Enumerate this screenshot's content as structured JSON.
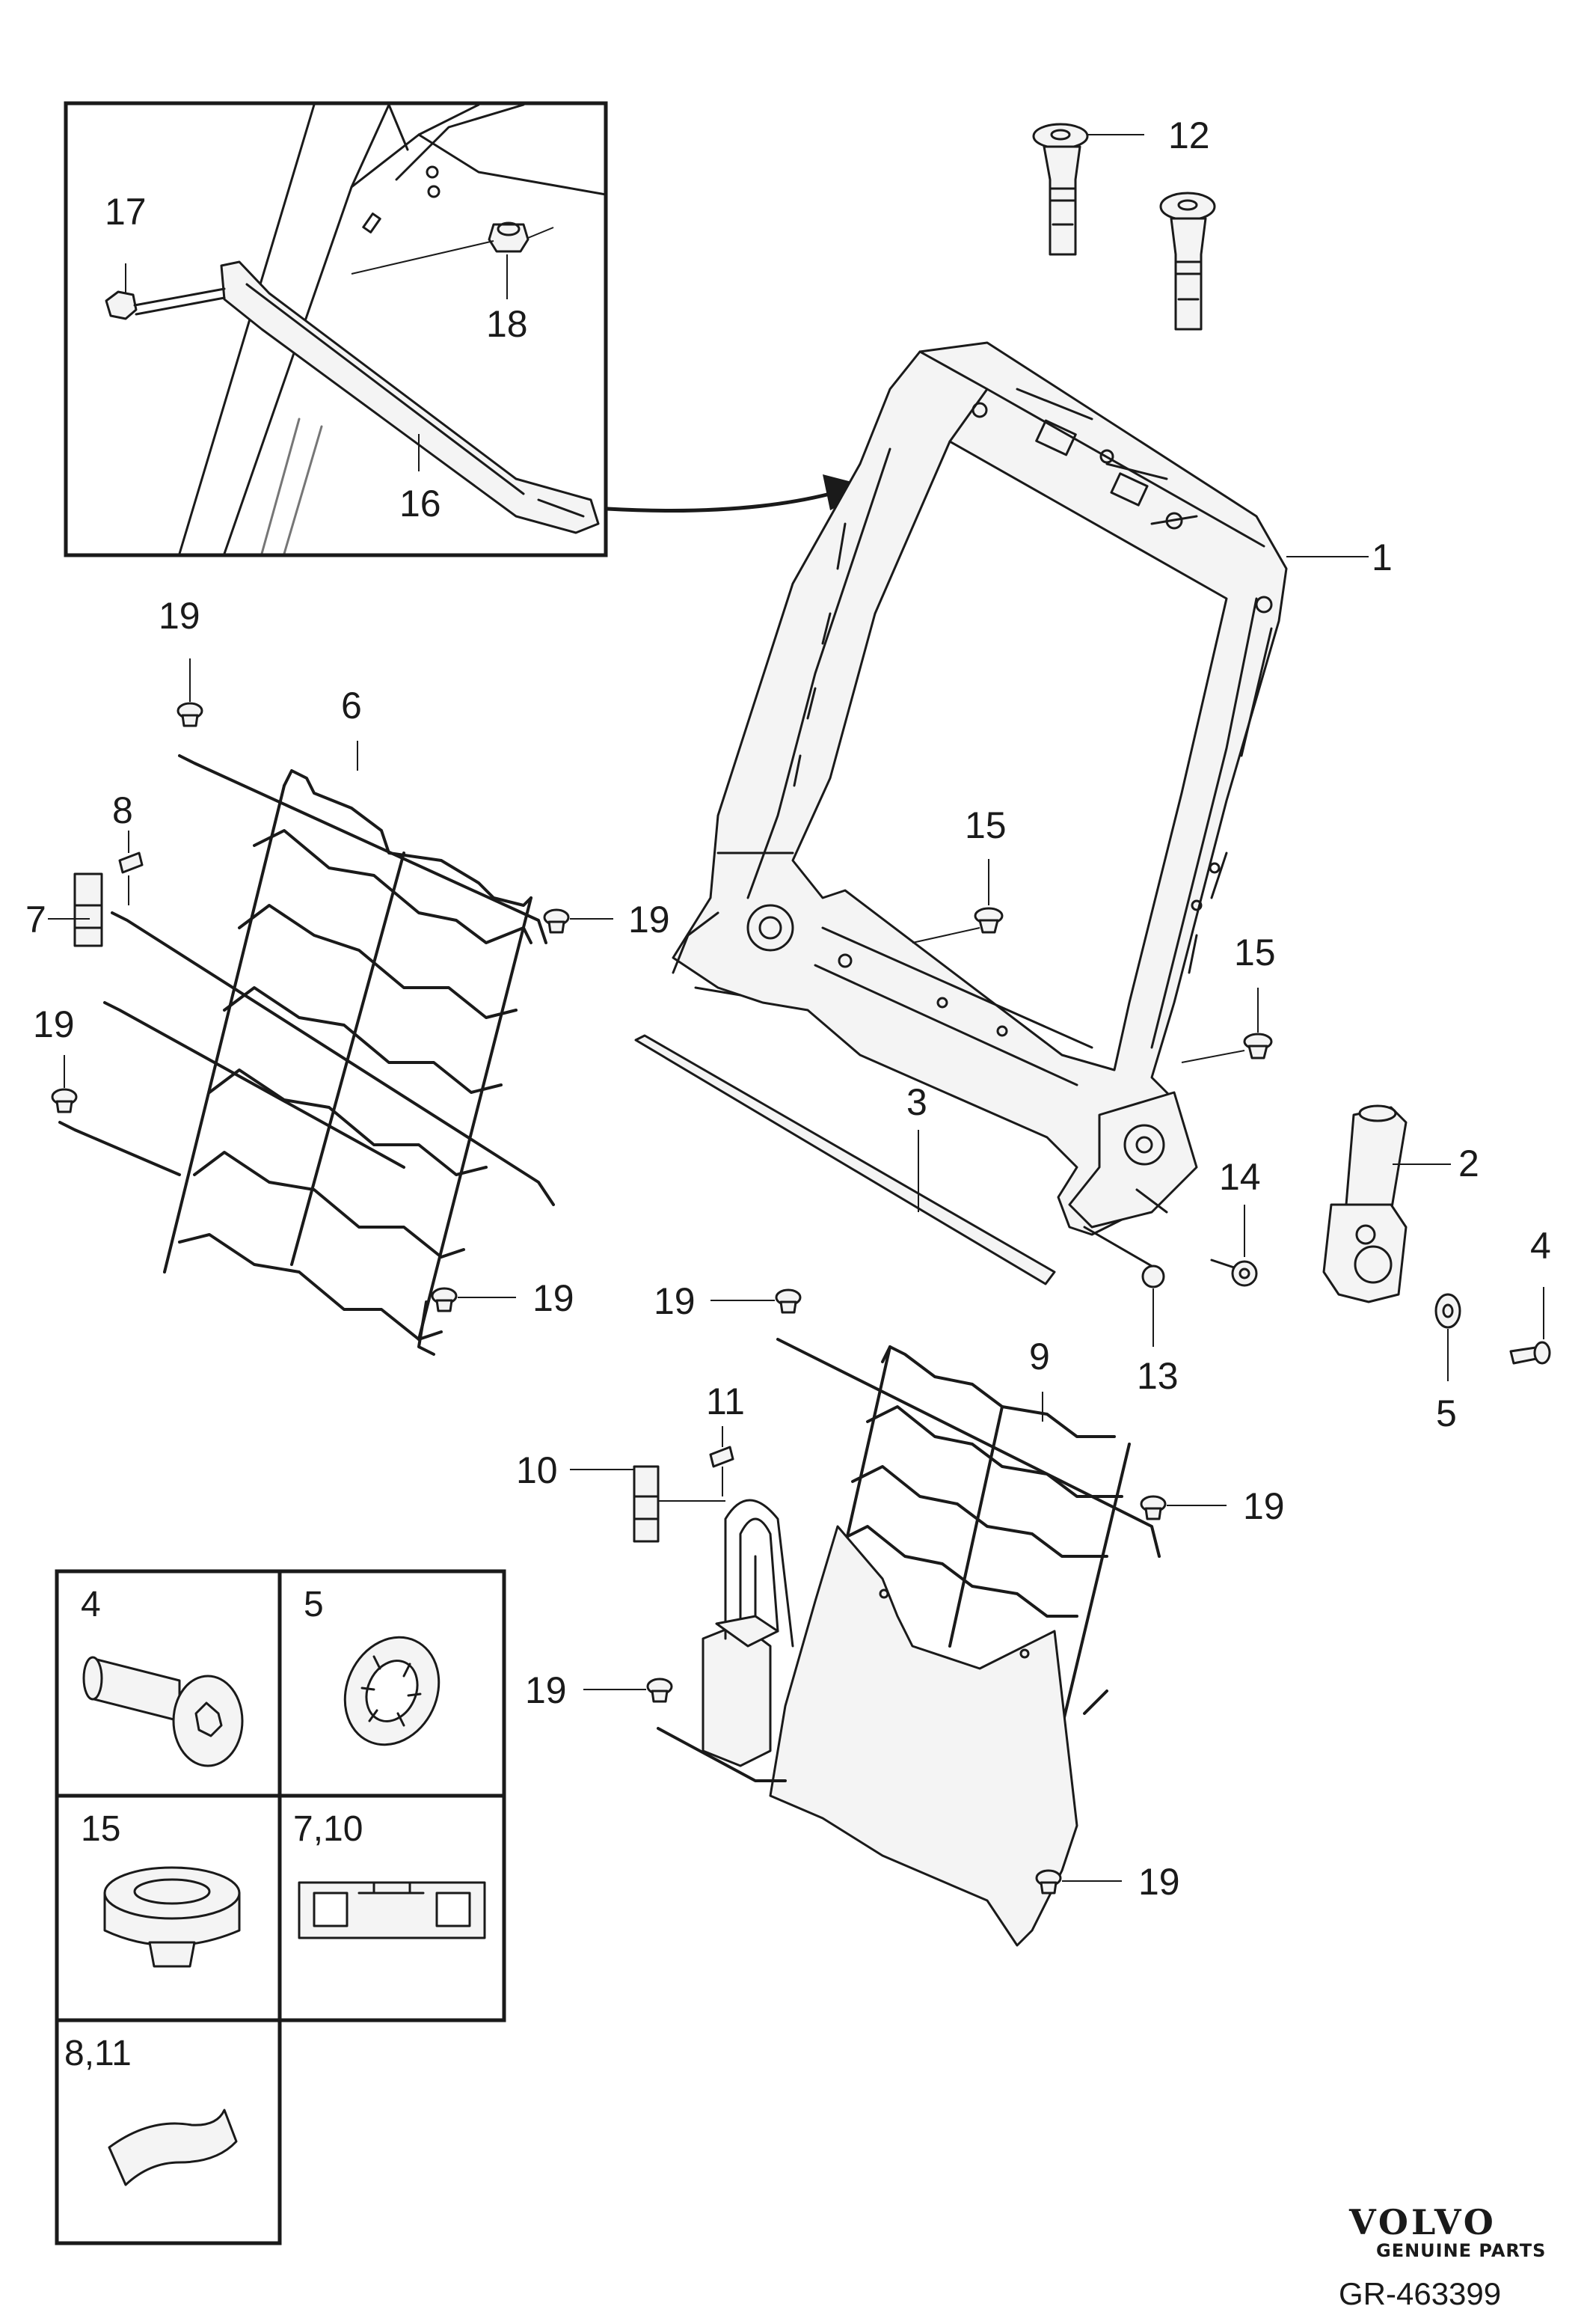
{
  "callouts": {
    "c1": "1",
    "c2": "2",
    "c3": "3",
    "c4": "4",
    "c5": "5",
    "c6": "6",
    "c7": "7",
    "c8": "8",
    "c9": "9",
    "c10": "10",
    "c11": "11",
    "c12": "12",
    "c13": "13",
    "c14": "14",
    "c15a": "15",
    "c15b": "15",
    "c16": "16",
    "c17": "17",
    "c18": "18",
    "c19a": "19",
    "c19b": "19",
    "c19c": "19",
    "c19d": "19",
    "c19e": "19",
    "c19f": "19",
    "c19g": "19",
    "c19h": "19"
  },
  "legend": {
    "cell_4": "4",
    "cell_5": "5",
    "cell_15": "15",
    "cell_7_10": "7,10",
    "cell_8_11": "8,11"
  },
  "brand": {
    "name": "VOLVO",
    "tagline": "GENUINE PARTS"
  },
  "reference": "GR-463399"
}
